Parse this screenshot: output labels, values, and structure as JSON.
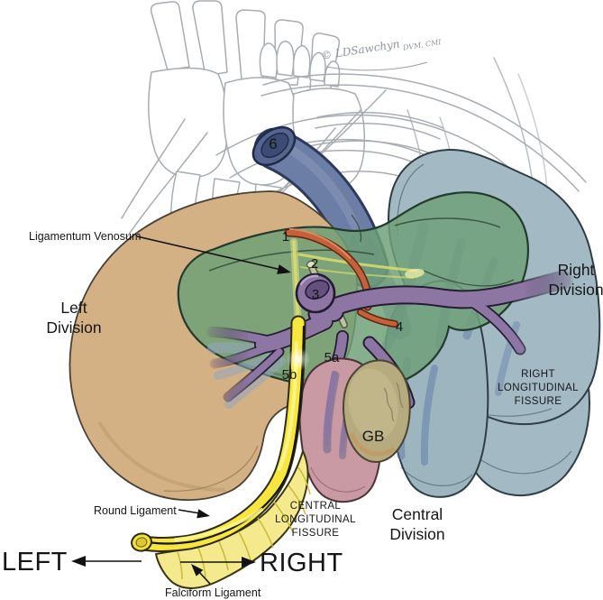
{
  "figure": {
    "signature": "© LDSawchyn",
    "signature_credentials": "DVM, CMI",
    "labels": {
      "ligamentum_venosum": "Ligamentum Venosum",
      "left_division": [
        "Left",
        "Division"
      ],
      "right_division": [
        "Right",
        "Division"
      ],
      "right_longitudinal_fissure": [
        "RIGHT",
        "LONGITUDINAL",
        "FISSURE"
      ],
      "central_longitudinal_fissure": [
        "CENTRAL",
        "LONGITUDINAL",
        "FISSURE"
      ],
      "central_division": [
        "Central",
        "Division"
      ],
      "gallbladder": "GB",
      "round_ligament": "Round Ligament",
      "falciform_ligament": "Falciform Ligament",
      "direction_left": "LEFT",
      "direction_right": "RIGHT"
    },
    "numbers": {
      "n1": "1",
      "n2": "2",
      "n3": "3",
      "n4": "4",
      "n5a": "5a",
      "n5b": "5b",
      "n6": "6"
    },
    "colors": {
      "left_division_tan": "#d4b184",
      "green_lobe": "#6fa077",
      "right_division_blue": "#a3bac4",
      "mid_lobe_blue": "#9db5bf",
      "portal_vein_purple": "#8d76a3",
      "portal_vein_dark": "#241a33",
      "hepatic_artery_red": "#c4603a",
      "bile_duct_green": "#bcc2a2",
      "vena_cava_blue": "#64759e",
      "quadrate_pink": "#c99aa4",
      "gallbladder_olive": "#b6ab7f",
      "ligament_yellow": "#f6e63e",
      "falciform_pale_yellow": "#f4e98c",
      "sketch_gray": "#a8adb3"
    }
  }
}
